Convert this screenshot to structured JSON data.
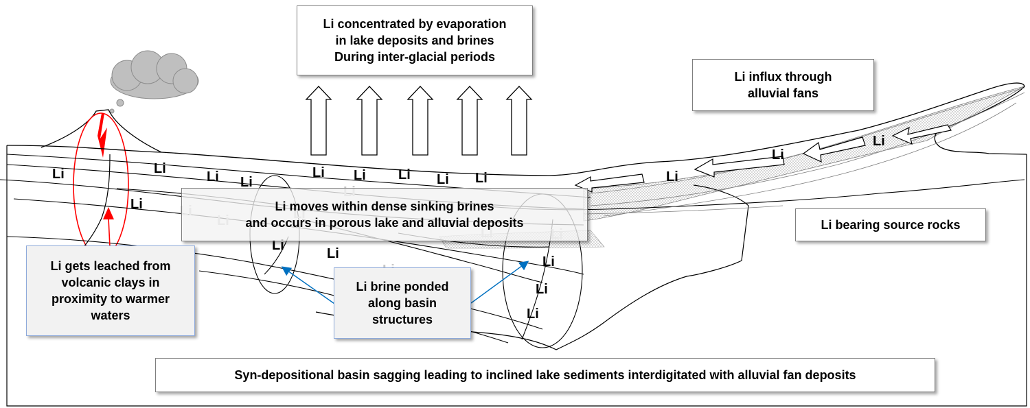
{
  "boxes": {
    "evaporation": [
      "Li concentrated by evaporation",
      "in lake deposits and brines",
      "During inter-glacial periods"
    ],
    "influx": [
      "Li influx through",
      "alluvial fans"
    ],
    "source_rocks": [
      "Li bearing source rocks"
    ],
    "sinking": [
      "Li moves within dense sinking brines",
      "and occurs in porous lake and alluvial deposits"
    ],
    "leached": [
      "Li gets leached from",
      "volcanic clays in",
      "proximity to warmer",
      "waters"
    ],
    "ponded": [
      "Li brine ponded",
      "along basin",
      "structures"
    ],
    "sagging": [
      "Syn-depositional basin sagging leading to inclined lake sediments interdigitated with alluvial fan deposits"
    ]
  },
  "marker": "Li",
  "colors": {
    "volcano_accent": "#ff0000",
    "pointer_arrow": "#0070c0",
    "cloud": "#bfbfbf",
    "stipple": "#d0d0d0"
  }
}
